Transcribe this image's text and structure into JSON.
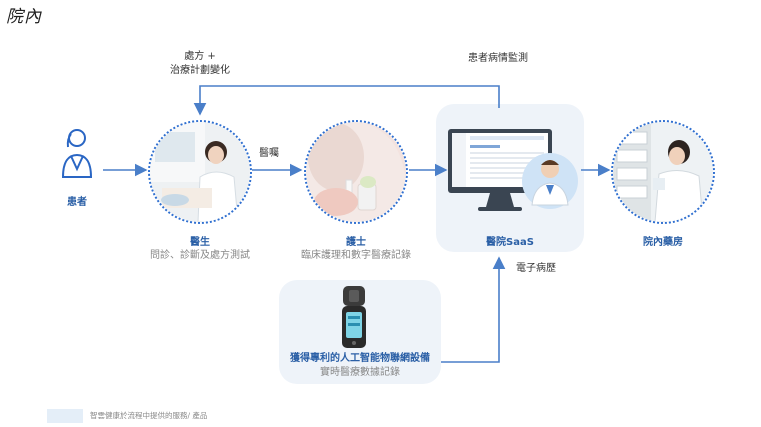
{
  "title": "院內",
  "top_labels": {
    "prescription": [
      "處方 +",
      "治療計劃變化"
    ],
    "monitoring": "患者病情監測"
  },
  "nodes": {
    "patient": {
      "label": "患者"
    },
    "doctor": {
      "label": "醫生",
      "sub": "問診、診斷及處方測試"
    },
    "nurse": {
      "label": "護士",
      "sub": "臨床護理和數字醫療記錄"
    },
    "saas": {
      "label": "醫院SaaS"
    },
    "pharmacy": {
      "label": "院內藥房"
    },
    "device": {
      "label": "獲得專利的人工智能物聯網設備",
      "sub": "實時醫療數據記錄"
    }
  },
  "edge_labels": {
    "doctor_nurse": "醫囑",
    "device_saas": "電子病歷"
  },
  "legend": {
    "text": "智雲健康於流程中提供的服務/ 產品",
    "color": "#e4eef8"
  },
  "colors": {
    "arrow": "#4a7fc9",
    "accent": "#2a5fa6",
    "panel": "#eef3f9"
  }
}
